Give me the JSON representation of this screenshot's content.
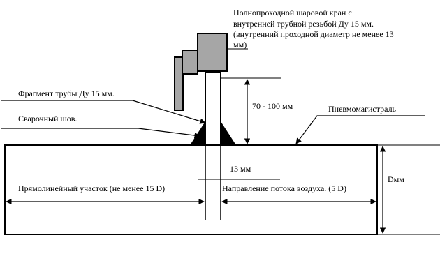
{
  "labels": {
    "valve_title": [
      "Полнопроходной шаровой кран с",
      "внутренней трубной резьбой Ду 15 мм.",
      "(внутренний проходной диаметр не менее 13",
      "мм)"
    ],
    "pipe_fragment": "Фрагмент трубы Ду 15 мм.",
    "weld": "Сварочный шов.",
    "height": "70 - 100 мм",
    "main_pipe": "Пневмомагистраль",
    "hole_dia": "13 мм",
    "straight_section": "Прямолинейный участок (не менее 15 D)",
    "flow_direction": "Направление потока воздуха.  (5 D)",
    "pipe_diameter": "Dмм"
  },
  "colors": {
    "valve_fill": "#a6a6a6",
    "line": "#000000",
    "weld": "#000000",
    "background": "#ffffff"
  }
}
